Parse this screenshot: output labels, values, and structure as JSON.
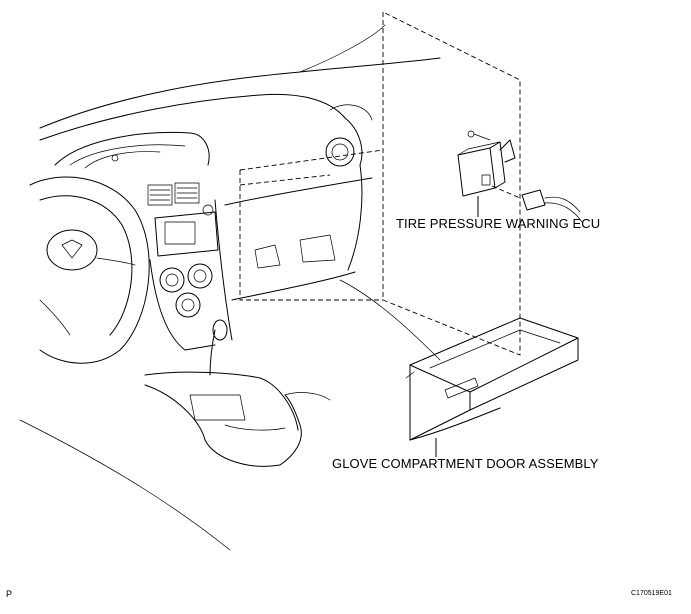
{
  "labels": {
    "ecu": "TIRE PRESSURE WARNING ECU",
    "glove": "GLOVE COMPARTMENT DOOR ASSEMBLY",
    "corner_left": "P",
    "figure_code": "C170519E01"
  }
}
